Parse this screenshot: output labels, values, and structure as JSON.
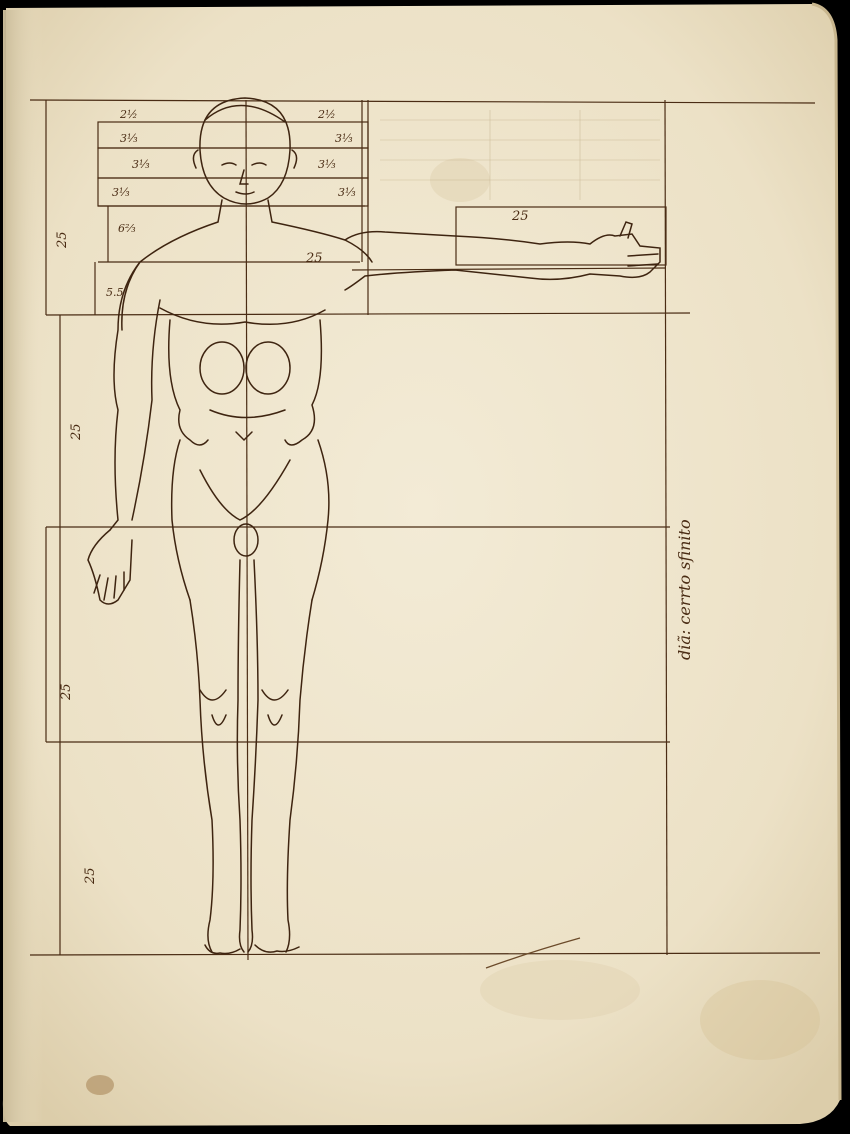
{
  "page": {
    "kind": "sketchbook-leaf",
    "paper_color": "#efe6cf",
    "ink_color": "#4a2c14",
    "background_color": "#000000"
  },
  "labels": {
    "head_top_left": "2½",
    "head_top_right": "2½",
    "face_left_1": "3⅓",
    "face_left_2": "3⅓",
    "face_left_3": "3⅓",
    "face_right_1": "3⅓",
    "face_right_2": "3⅓",
    "face_right_3": "3⅓",
    "neck": "6⅔",
    "shoulder_small": "5.5",
    "torso_upper_left": "25",
    "shoulder_right": "25",
    "arm": "25",
    "torso_lower": "25",
    "thigh": "25",
    "shin": "25",
    "side_note": "diã: cerrto sfinito"
  }
}
